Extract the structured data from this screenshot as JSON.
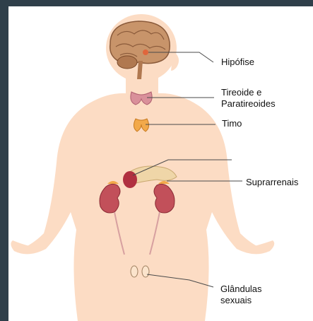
{
  "labels": {
    "hipofise": "Hipófise",
    "tireoide_line1": "Tireoide e",
    "tireoide_line2": "Paratireoides",
    "timo": "Timo",
    "suprarrenais": "Suprarrenais",
    "glandulas_line1": "Glândulas",
    "glandulas_line2": "sexuais"
  },
  "colors": {
    "background": "#2f3f4a",
    "panel": "#ffffff",
    "body": "#fcdcc4",
    "brain": "#c8946a",
    "kidney": "#c2505a",
    "gland": "#f2a94a",
    "leader_line": "#4a4a4a"
  }
}
